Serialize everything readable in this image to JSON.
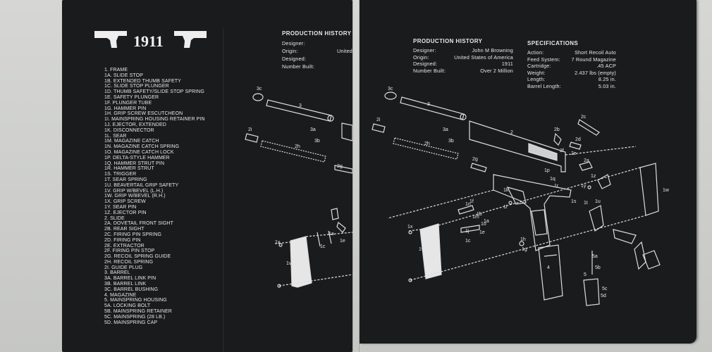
{
  "left_photo": {
    "title": "1911",
    "production_history": {
      "heading": "PRODUCTION HISTORY",
      "labels": [
        "Designer:",
        "Origin:",
        "Designed:",
        "Number Built:"
      ],
      "origin_partial": "United"
    },
    "parts": [
      "1. FRAME",
      "1A. SLIDE STOP",
      "1B. EXTENDED THUMB SAFETY",
      "1C. SLIDE STOP PLUNGER",
      "1D. THUMB SAFETY/SLIDE STOP SPRING",
      "1E. SAFETY PLUNGER",
      "1F. PLUNGER TUBE",
      "1G. HAMMER PIN",
      "1H. GRIP SCREW ESCUTCHEON",
      "1I. MAINSPRING HOUSING RETAINER PIN",
      "1J. EJECTOR, EXTENDED",
      "1K. DISCONNECTOR",
      "1L. SEAR",
      "1M. MAGAZINE CATCH",
      "1N. MAGAZINE CATCH SPRING",
      "1O. MAGAZINE CATCH LOCK",
      "1P. DELTA-STYLE HAMMER",
      "1Q. HAMMER STRUT PIN",
      "1R. HAMMER STRUT",
      "1S. TRIGGER",
      "1T. SEAR SPRING",
      "1U. BEAVERTAIL GRIP SAFETY",
      "1V. GRIP W/BEVEL (L.H.)",
      "1W. GRIP W/BEVEL (R.H.)",
      "1X. GRIP SCREW",
      "1Y. SEAR PIN",
      "1Z. EJECTOR PIN",
      "2. SLIDE",
      "2A. DOVETAIL FRONT SIGHT",
      "2B. REAR SIGHT",
      "2C. FIRING PIN SPRING",
      "2D. FIRING PIN",
      "2E. EXTRACTOR",
      "2F. FIRING PIN STOP",
      "2G. RECOIL SPRING GUIDE",
      "2H. RECOIL SPRING",
      "2I. GUIDE PLUG",
      "3. BARREL",
      "3A. BARREL LINK PIN",
      "3B. BARREL LINK",
      "3C. BARREL BUSHING",
      "4. MAGAZINE",
      "5. MAINSPRING HOUSING",
      "5A. LOCKING BOLT",
      "5B. MAINSPRING RETAINER",
      "5C. MAINSPRING (28 LB.)",
      "5D. MAINSPRING CAP"
    ],
    "callouts": [
      "3c",
      "3",
      "3a",
      "3b",
      "2i",
      "2h",
      "2g",
      "1x",
      "1v",
      "1c",
      "1a",
      "1e"
    ]
  },
  "right_photo": {
    "production_history": {
      "heading": "PRODUCTION HISTORY",
      "rows": [
        {
          "label": "Designer:",
          "value": "John M Browning"
        },
        {
          "label": "Origin:",
          "value": "United States of America"
        },
        {
          "label": "Designed:",
          "value": "1911"
        },
        {
          "label": "Number Built:",
          "value": "Over 2 Million"
        }
      ]
    },
    "specifications": {
      "heading": "SPECIFICATIONS",
      "rows": [
        {
          "label": "Action:",
          "value": "Short Recoil Auto"
        },
        {
          "label": "Feed System:",
          "value": "7 Round Magazine"
        },
        {
          "label": "Cartridge:",
          "value": ".45 ACP"
        },
        {
          "label": "Weight:",
          "value": "2.437 lbs (empty)"
        },
        {
          "label": "Length:",
          "value": "8.25 in."
        },
        {
          "label": "Barrel Length:",
          "value": "5.03 in."
        }
      ]
    },
    "callouts": [
      "3c",
      "3",
      "3a",
      "3b",
      "2",
      "2b",
      "2f",
      "2e",
      "2d",
      "2c",
      "2a",
      "2i",
      "2h",
      "2g",
      "1p",
      "1q",
      "1r",
      "1s",
      "1o",
      "1n",
      "1m",
      "1l",
      "1k",
      "1t",
      "1u",
      "1w",
      "1y",
      "1z",
      "1h",
      "1j",
      "1g",
      "1x",
      "1v",
      "1c",
      "1e",
      "1a",
      "1b",
      "1f",
      "4",
      "5",
      "5a",
      "5b",
      "5c",
      "5d"
    ]
  }
}
